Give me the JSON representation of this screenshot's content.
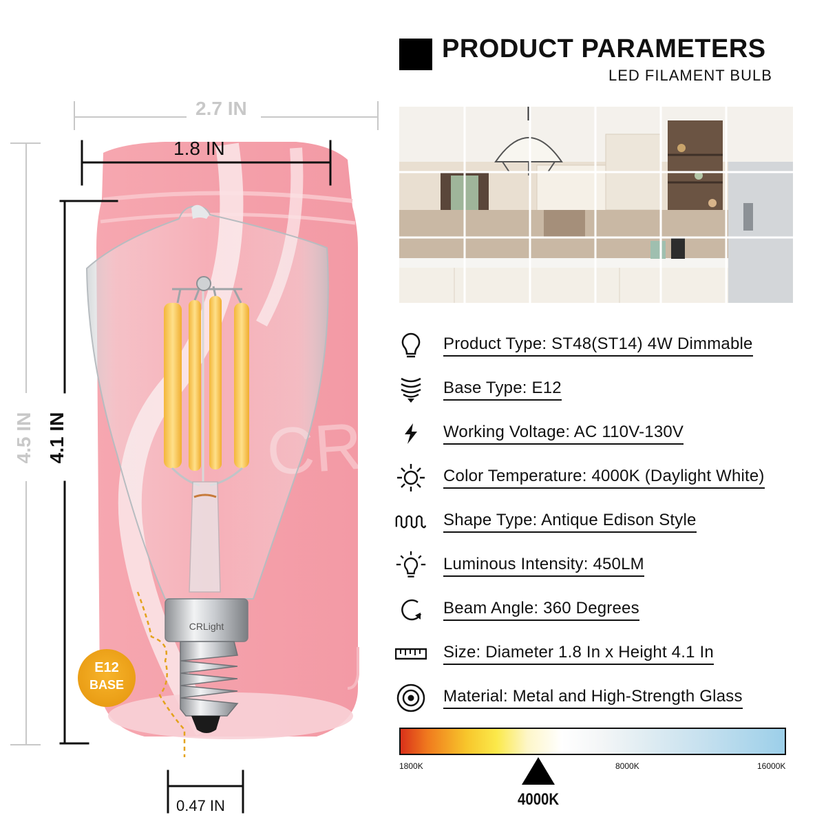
{
  "header": {
    "title": "PRODUCT PARAMETERS",
    "subtitle": "LED FILAMENT BULB"
  },
  "dimensions": {
    "can_width": "2.7 IN",
    "bulb_width": "1.8 IN",
    "can_height": "4.5 IN",
    "bulb_height": "4.1 IN",
    "base_width": "0.47 IN"
  },
  "bulb": {
    "brand": "CRLight",
    "base_badge_line1": "E12",
    "base_badge_line2": "BASE",
    "watermark": "CRLight"
  },
  "parameters": [
    {
      "icon": "bulb-outline-icon",
      "text": "Product Type: ST48(ST14) 4W Dimmable"
    },
    {
      "icon": "screw-base-icon",
      "text": "Base Type: E12"
    },
    {
      "icon": "lightning-icon",
      "text": "Working Voltage: AC 110V-130V"
    },
    {
      "icon": "sun-icon",
      "text": "Color Temperature: 4000K (Daylight White)"
    },
    {
      "icon": "wave-filament-icon",
      "text": "Shape Type: Antique Edison Style"
    },
    {
      "icon": "glowing-bulb-icon",
      "text": "Luminous Intensity: 450LM"
    },
    {
      "icon": "rotate-arrow-icon",
      "text": "Beam Angle: 360 Degrees"
    },
    {
      "icon": "ruler-icon",
      "text": "Size: Diameter 1.8 In x Height 4.1 In"
    },
    {
      "icon": "target-circle-icon",
      "text": "Material: Metal and High-Strength Glass"
    }
  ],
  "color_scale": {
    "labels": [
      "1800K",
      "8000K",
      "16000K"
    ],
    "selected": "4000K",
    "colors": [
      "#d9311a",
      "#f7c52b",
      "#ffffff",
      "#9ccfe9"
    ]
  }
}
